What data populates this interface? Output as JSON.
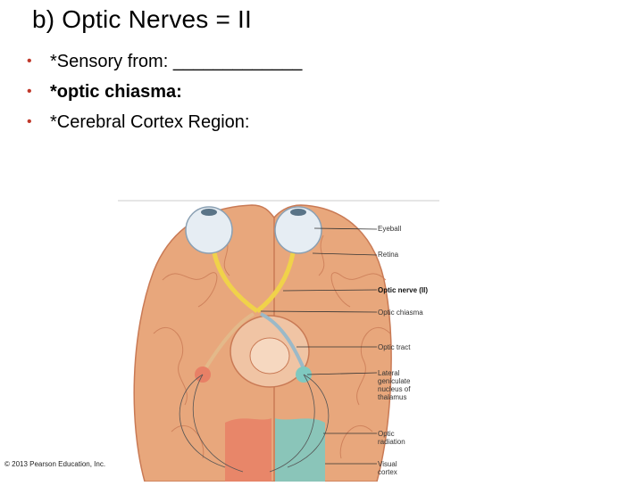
{
  "slide": {
    "title": "b)  Optic Nerves = II",
    "bullets": [
      {
        "text": "*Sensory from: _____________",
        "bold": false
      },
      {
        "text": "*optic chiasma:",
        "bold": true
      },
      {
        "text": "*Cerebral Cortex Region:",
        "bold": false
      }
    ]
  },
  "figure": {
    "labels": {
      "eyeball": "Eyeball",
      "retina": "Retina",
      "optic_nerve": "Optic nerve (II)",
      "optic_chiasma": "Optic chiasma",
      "optic_tract": "Optic tract",
      "lgn_line1": "Lateral",
      "lgn_line2": "geniculate",
      "lgn_line3": "nucleus of",
      "lgn_line4": "thalamus",
      "radiation_line1": "Optic",
      "radiation_line2": "radiation",
      "visual_cortex_line1": "Visual",
      "visual_cortex_line2": "cortex"
    },
    "credit": "© 2013 Pearson Education, Inc."
  },
  "colors": {
    "bullet": "#c0392b",
    "brain": "#e8a77c",
    "nerve": "#f0d24a",
    "cortex_left": "#e88066",
    "cortex_right": "#7fc9c0"
  }
}
